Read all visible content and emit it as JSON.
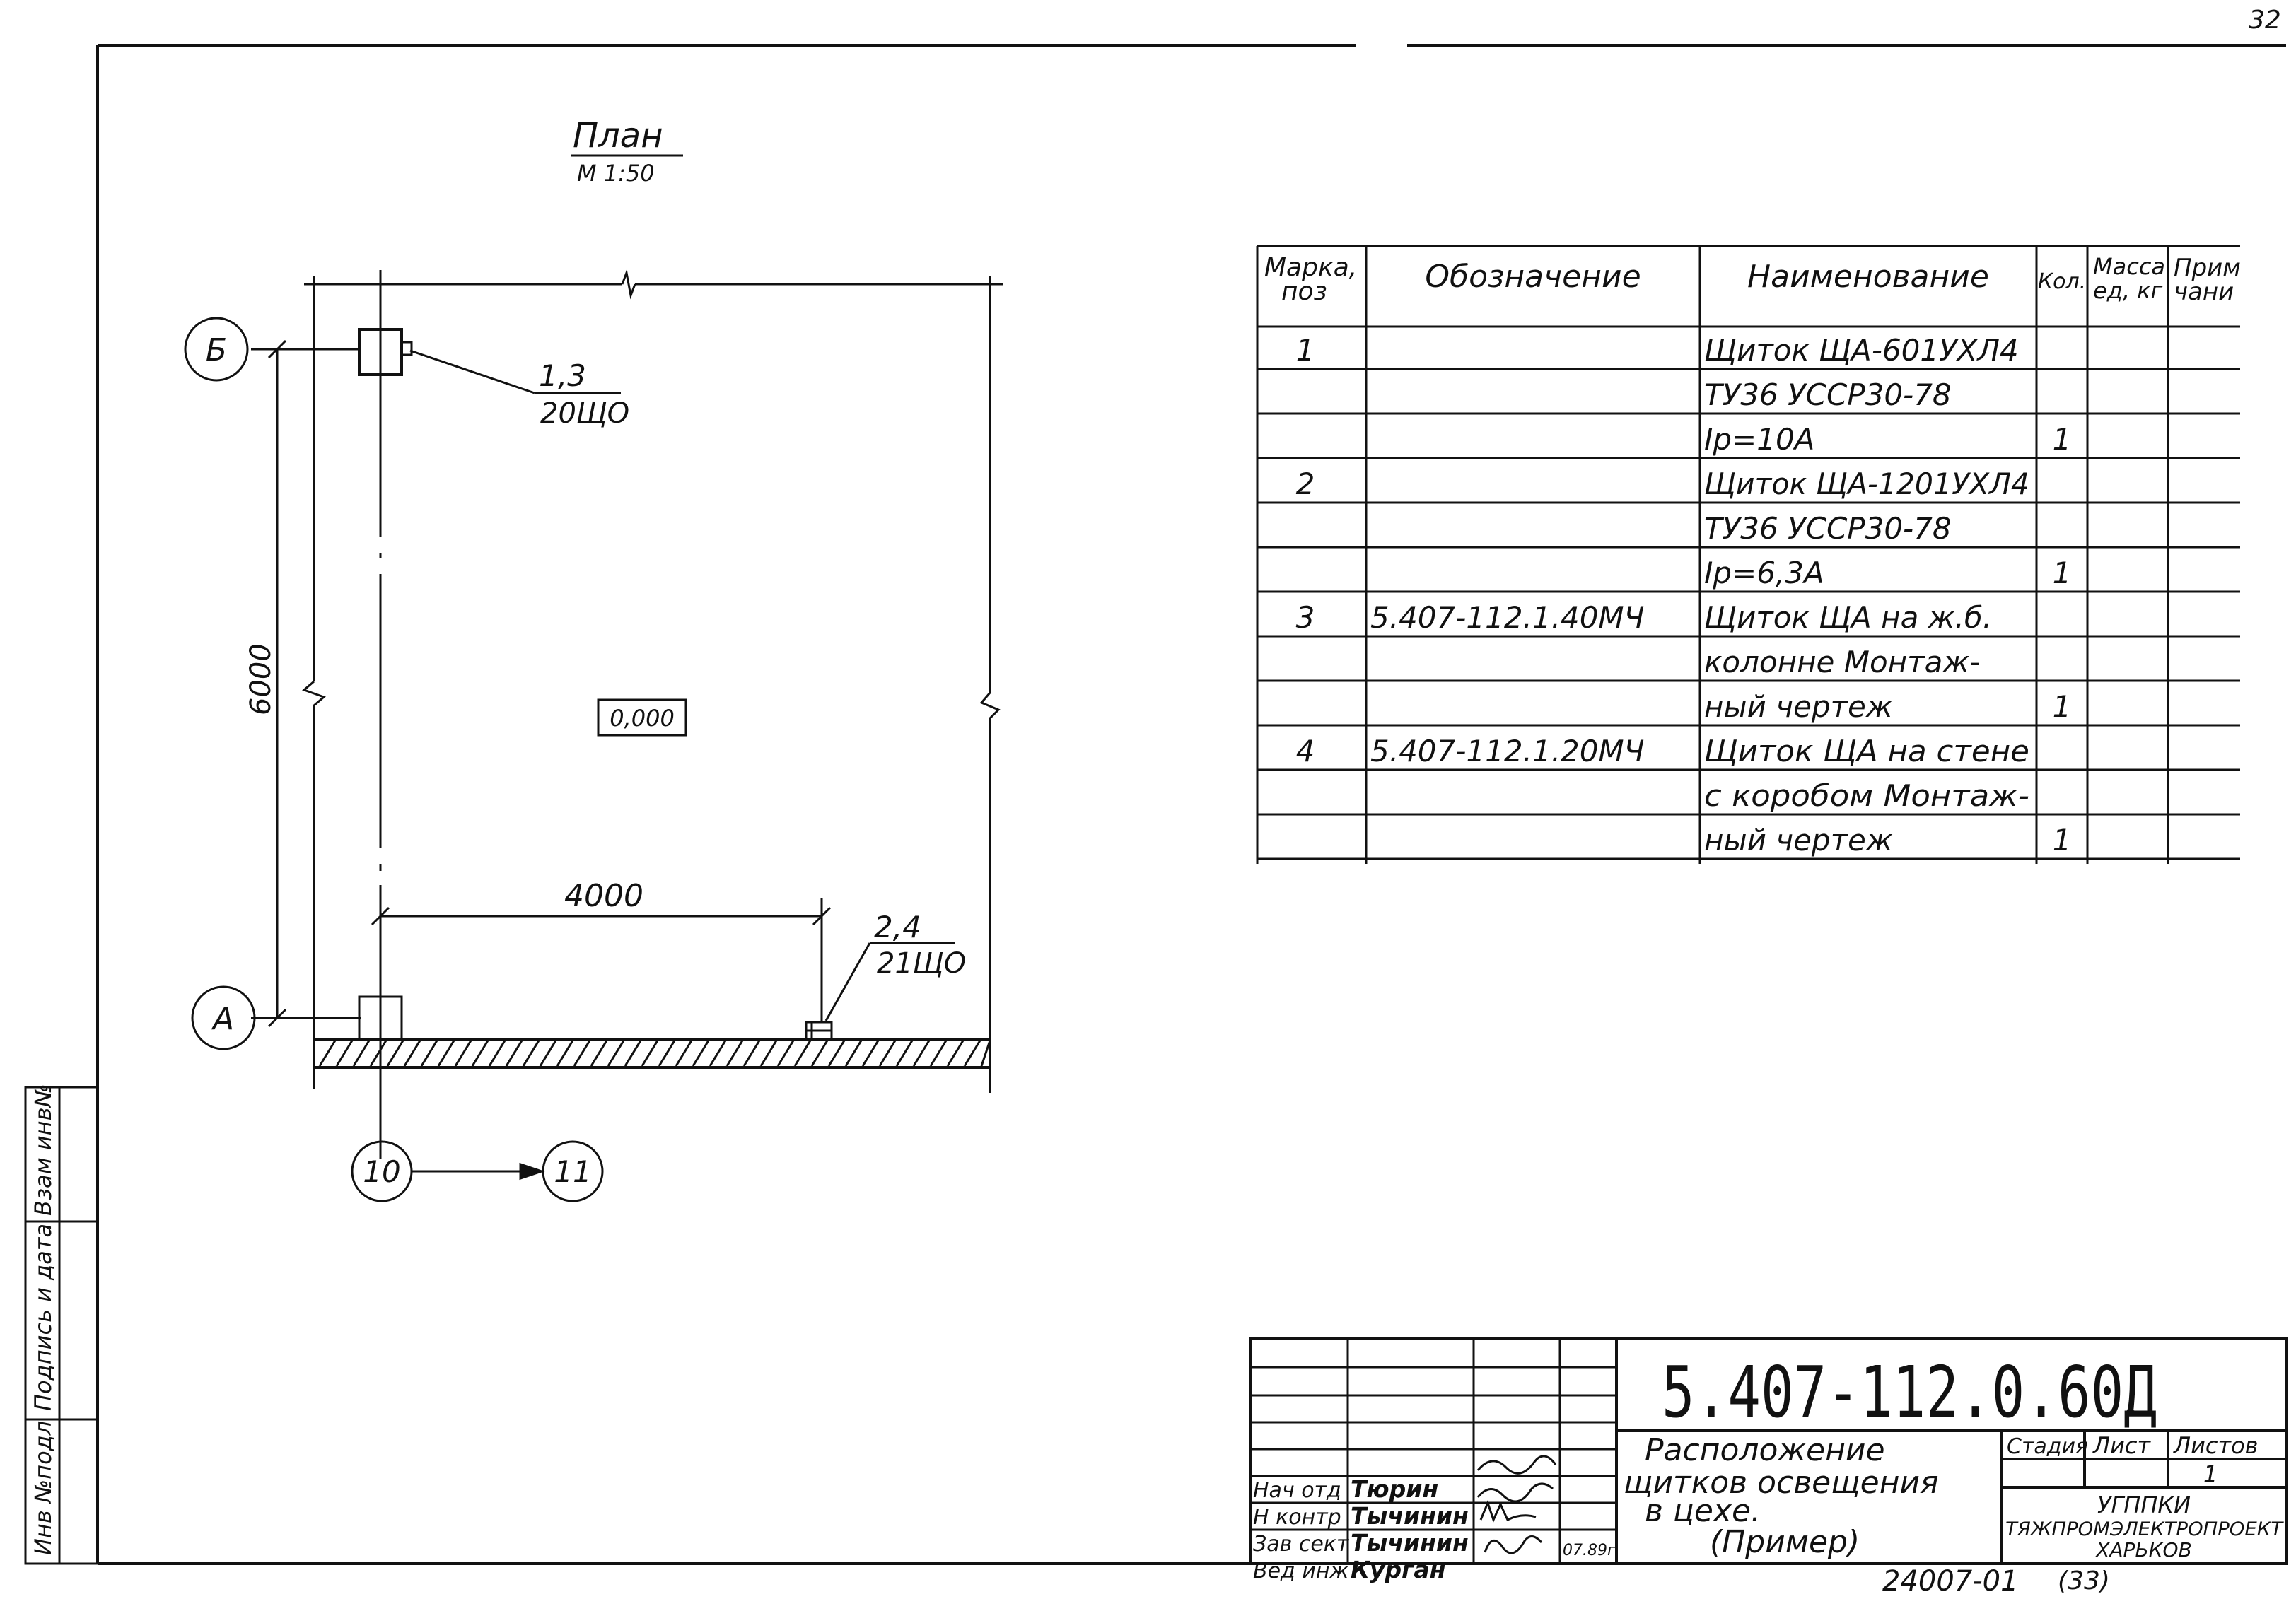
{
  "page_number": "32",
  "plan": {
    "title": "План",
    "scale": "М 1:50",
    "axis_b": "Б",
    "axis_a": "А",
    "axis_10": "10",
    "axis_11": "11",
    "dim_vertical": "6000",
    "dim_horizontal": "4000",
    "elevation": "0,000",
    "callout_1_top": "1,3",
    "callout_1_bottom": "20ЩО",
    "callout_2_top": "2,4",
    "callout_2_bottom": "21ЩО"
  },
  "spec_table": {
    "headers": {
      "mark_line1": "Марка,",
      "mark_line2": "поз",
      "designation": "Обозначение",
      "name": "Наименование",
      "qty": "Кол.",
      "mass_line1": "Масса",
      "mass_line2": "ед, кг",
      "note_line1": "Прим",
      "note_line2": "чани"
    },
    "rows": [
      {
        "mark": "1",
        "designation": "",
        "name": "Щиток ЩА-601УХЛ4",
        "qty": ""
      },
      {
        "mark": "",
        "designation": "",
        "name": "ТУ36 УССР30-78",
        "qty": ""
      },
      {
        "mark": "",
        "designation": "",
        "name": "Iр=10А",
        "qty": "1"
      },
      {
        "mark": "2",
        "designation": "",
        "name": "Щиток ЩА-1201УХЛ4",
        "qty": ""
      },
      {
        "mark": "",
        "designation": "",
        "name": "ТУ36 УССР30-78",
        "qty": ""
      },
      {
        "mark": "",
        "designation": "",
        "name": "Iр=6,3А",
        "qty": "1"
      },
      {
        "mark": "3",
        "designation": "5.407-112.1.40МЧ",
        "name": "Щиток ЩА на ж.б.",
        "qty": ""
      },
      {
        "mark": "",
        "designation": "",
        "name": "колонне Монтаж-",
        "qty": ""
      },
      {
        "mark": "",
        "designation": "",
        "name": "ный чертеж",
        "qty": "1"
      },
      {
        "mark": "4",
        "designation": "5.407-112.1.20МЧ",
        "name": "Щиток ЩА на стене",
        "qty": ""
      },
      {
        "mark": "",
        "designation": "",
        "name": "с коробом Монтаж-",
        "qty": ""
      },
      {
        "mark": "",
        "designation": "",
        "name": "ный чертеж",
        "qty": "1"
      }
    ]
  },
  "stamp": {
    "code": "5.407-112.0.60Д",
    "title_line1": "Расположение",
    "title_line2": "щитков освещения",
    "title_line3": "в цехе.",
    "title_line4": "(Пример)",
    "stage_label": "Стадия",
    "sheet_label": "Лист",
    "sheets_label": "Листов",
    "sheets_value": "1",
    "org_line1": "УГППКИ",
    "org_line2": "ТЯЖПРОМЭЛЕКТРОПРОЕКТ",
    "org_line3": "ХАРЬКОВ",
    "date": "07.89г",
    "roles": [
      {
        "role": "Нач отд",
        "person": "Тюрин"
      },
      {
        "role": "Н контр",
        "person": "Тычинин"
      },
      {
        "role": "Зав сект",
        "person": "Тычинин"
      },
      {
        "role": "Вед инж",
        "person": "Курган"
      }
    ]
  },
  "side_stamp": {
    "inv_orig": "Инв №подл",
    "sign_date": "Подпись и дата",
    "inv_replace": "Взам инв№"
  },
  "footer": {
    "ref": "24007-01",
    "page_ref": "(33)"
  }
}
